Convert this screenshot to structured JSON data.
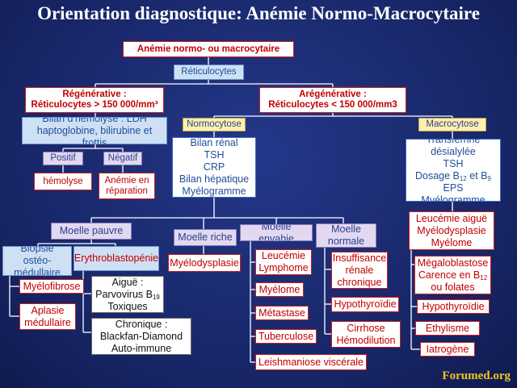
{
  "title": "Orientation diagnostique: Anémie Normo-Macrocytaire",
  "footer": "Forumed.org",
  "root": "Anémie normo- ou macrocytaire",
  "reticulocytes": "Réticulocytes",
  "regenerative": {
    "line1": "Régénérative :",
    "line2": "Réticulocytes > 150 000/mm³"
  },
  "aregenerative": {
    "line1": "Arégénérative :",
    "line2": "Réticulocytes < 150 000/mm3"
  },
  "bilan_hemolyse": {
    "line1": "Bilan d'hémolyse : LDH",
    "line2": "haptoglobine, bilirubine et frottis"
  },
  "positif": "Positif",
  "negatif": "Négatif",
  "hemolyse": "hémolyse",
  "anemie_reparation": {
    "line1": "Anémie en",
    "line2": "réparation"
  },
  "normocytose": "Normocytose",
  "macrocytose": "Macrocytose",
  "normo_bilan": [
    "Bilan rénal",
    "TSH",
    "CRP",
    "Bilan hépatique",
    "Myélogramme"
  ],
  "macro_bilan": {
    "l1": "Transferrine désialylée",
    "l2": "TSH",
    "l3_pre": "Dosage B",
    "l3_sub1": "12",
    "l3_mid": " et B",
    "l3_sub2": "9",
    "l4": "EPS",
    "l5": "Myélogramme"
  },
  "macro_causes1": [
    "Leucémie aiguë",
    "Myélodysplasie",
    "Myélome"
  ],
  "macro_causes2": {
    "l1": "Mégaloblastose",
    "l2_pre": "Carence en B",
    "l2_sub": "12",
    "l3": "ou folates"
  },
  "hypothyroidie_macro": "Hypothyroïdie",
  "ethylisme": "Ethylisme",
  "iatrogene": "Iatrogène",
  "moelle_pauvre": "Moelle pauvre",
  "moelle_riche": "Moelle riche",
  "moelle_envahie": "Moelle envahie",
  "moelle_normale": {
    "line1": "Moelle",
    "line2": "normale"
  },
  "biopsie": {
    "line1": "Biopsie ostéo-",
    "line2": "médullaire"
  },
  "erythroblastopenie": "Erythroblastopénie",
  "myelofibrose": "Myélofibrose",
  "aplasie": {
    "line1": "Aplasie",
    "line2": "médullaire"
  },
  "aigue_box": {
    "l1": "Aiguë :",
    "l2_pre": "Parvovirus B",
    "l2_sub": "19",
    "l3": "Toxiques"
  },
  "chronique_box": {
    "l1": "Chronique :",
    "l2": "Blackfan-Diamond",
    "l3": "Auto-immune"
  },
  "myelodysplasie": "Myélodysplasie",
  "leucemie": {
    "line1": "Leucémie",
    "line2": "Lymphome"
  },
  "myelome": "Myélome",
  "metastase": "Métastase",
  "tuberculose": "Tuberculose",
  "leishmaniose": "Leishmaniose viscérale",
  "insuffisance": {
    "line1": "Insuffisance",
    "line2": "rénale",
    "line3": "chronique"
  },
  "hypothyroidie": "Hypothyroïdie",
  "cirrhose": {
    "line1": "Cirrhose",
    "line2": "Hémodilution"
  }
}
